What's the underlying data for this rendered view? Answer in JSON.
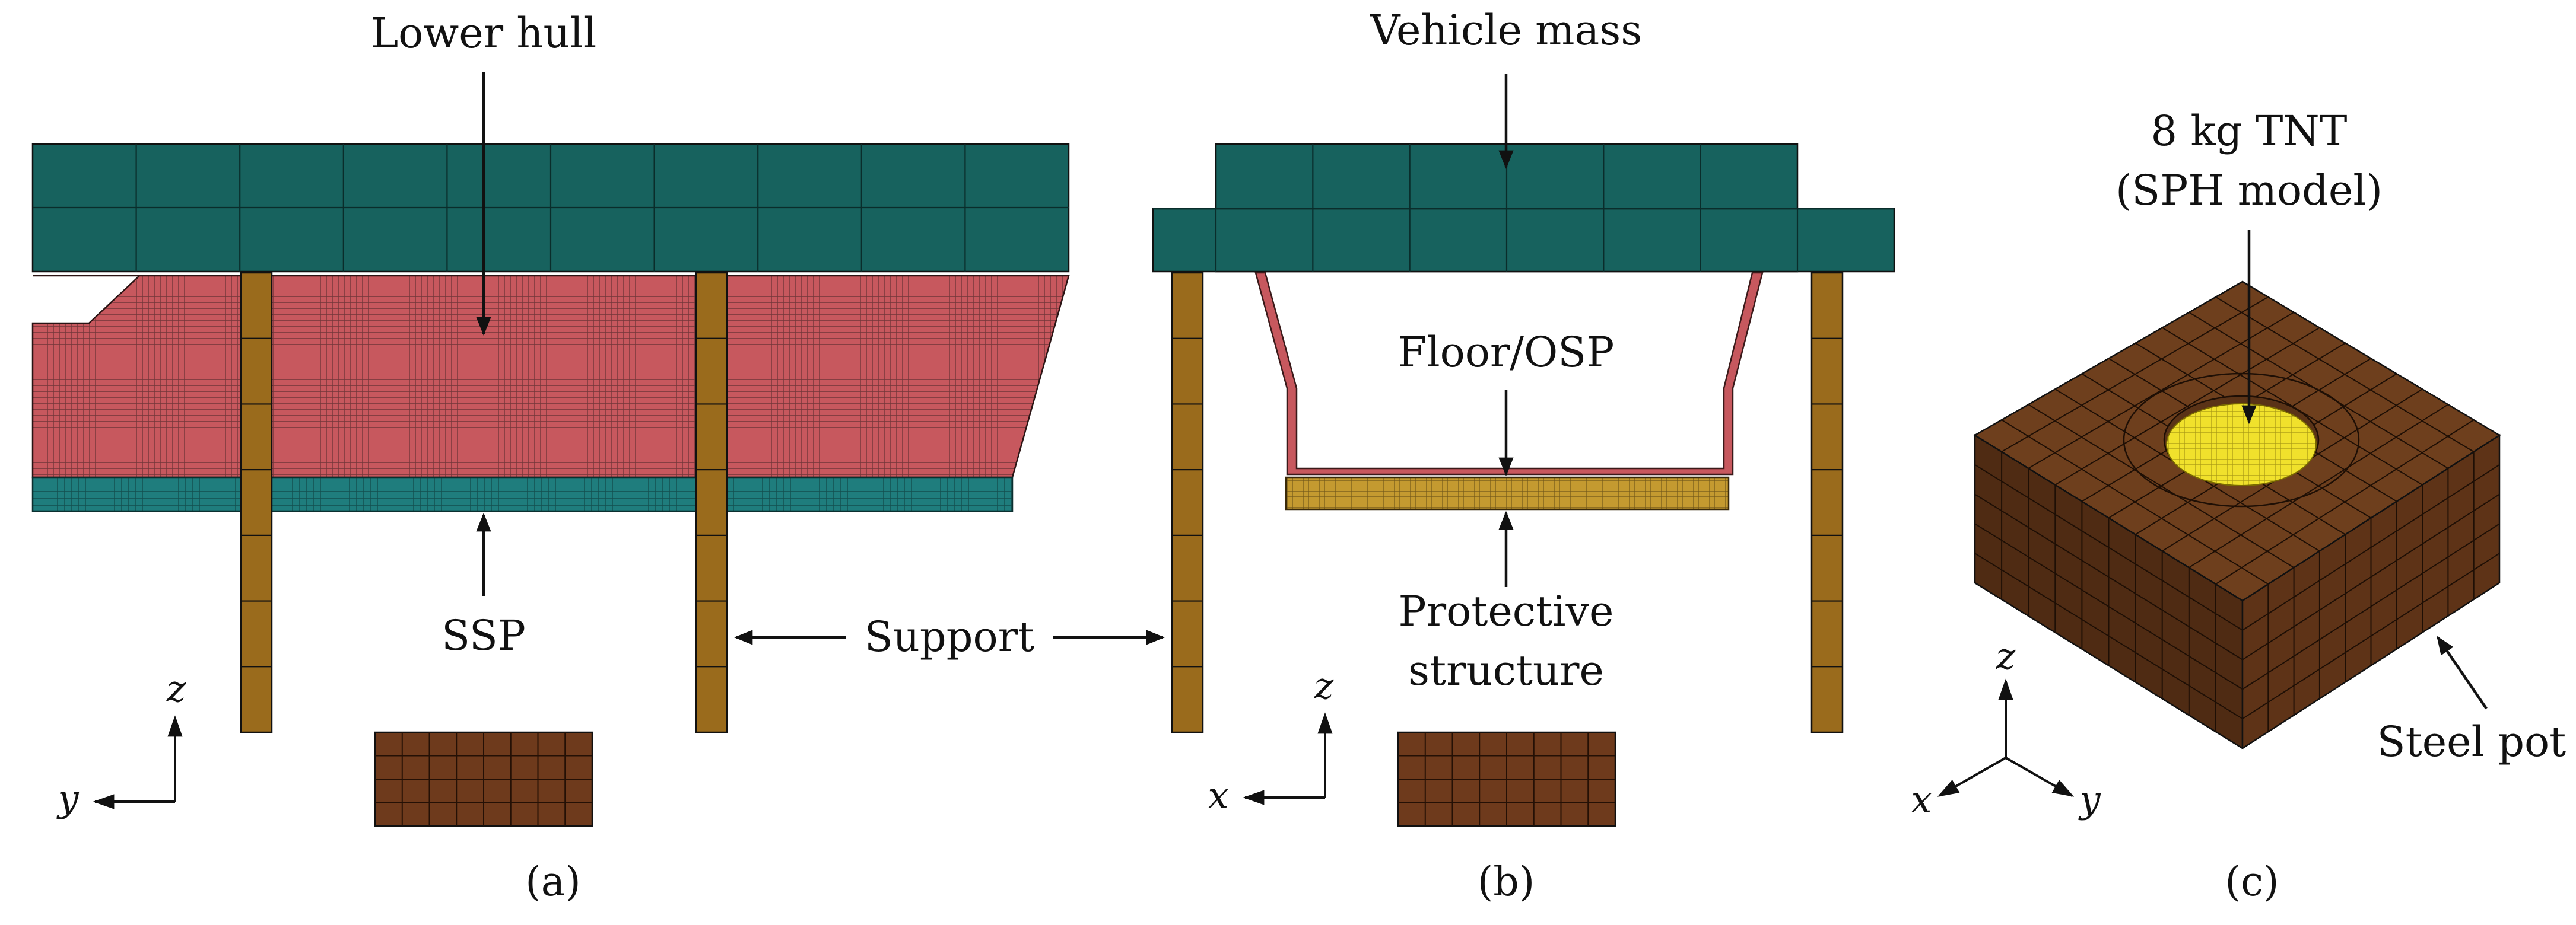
{
  "labels": {
    "lower_hull": "Lower hull",
    "ssp": "SSP",
    "support": "Support",
    "vehicle_mass": "Vehicle mass",
    "floor_osp": "Floor/OSP",
    "protective_1": "Protective",
    "protective_2": "structure",
    "tnt_1": "8 kg TNT",
    "tnt_2": "(SPH model)",
    "steel_pot": "Steel pot"
  },
  "axes": {
    "a_h": "y",
    "a_v": "z",
    "b_h": "x",
    "b_v": "z",
    "c_x": "x",
    "c_y": "y",
    "c_z": "z"
  },
  "captions": {
    "a": "(a)",
    "b": "(b)",
    "c": "(c)"
  },
  "colors": {
    "vehicle_mass": "#17625e",
    "lower_hull": "#c7585e",
    "ssp": "#1f7d7d",
    "support": "#9a6b1c",
    "charge_block": "#6e3a1c",
    "osp_protective": "#c49a30",
    "steel_pot_top": "#6e3f1d",
    "steel_pot_side_left": "#4f2b13",
    "steel_pot_side_right": "#5e3317",
    "tnt": "#f0e12c"
  }
}
